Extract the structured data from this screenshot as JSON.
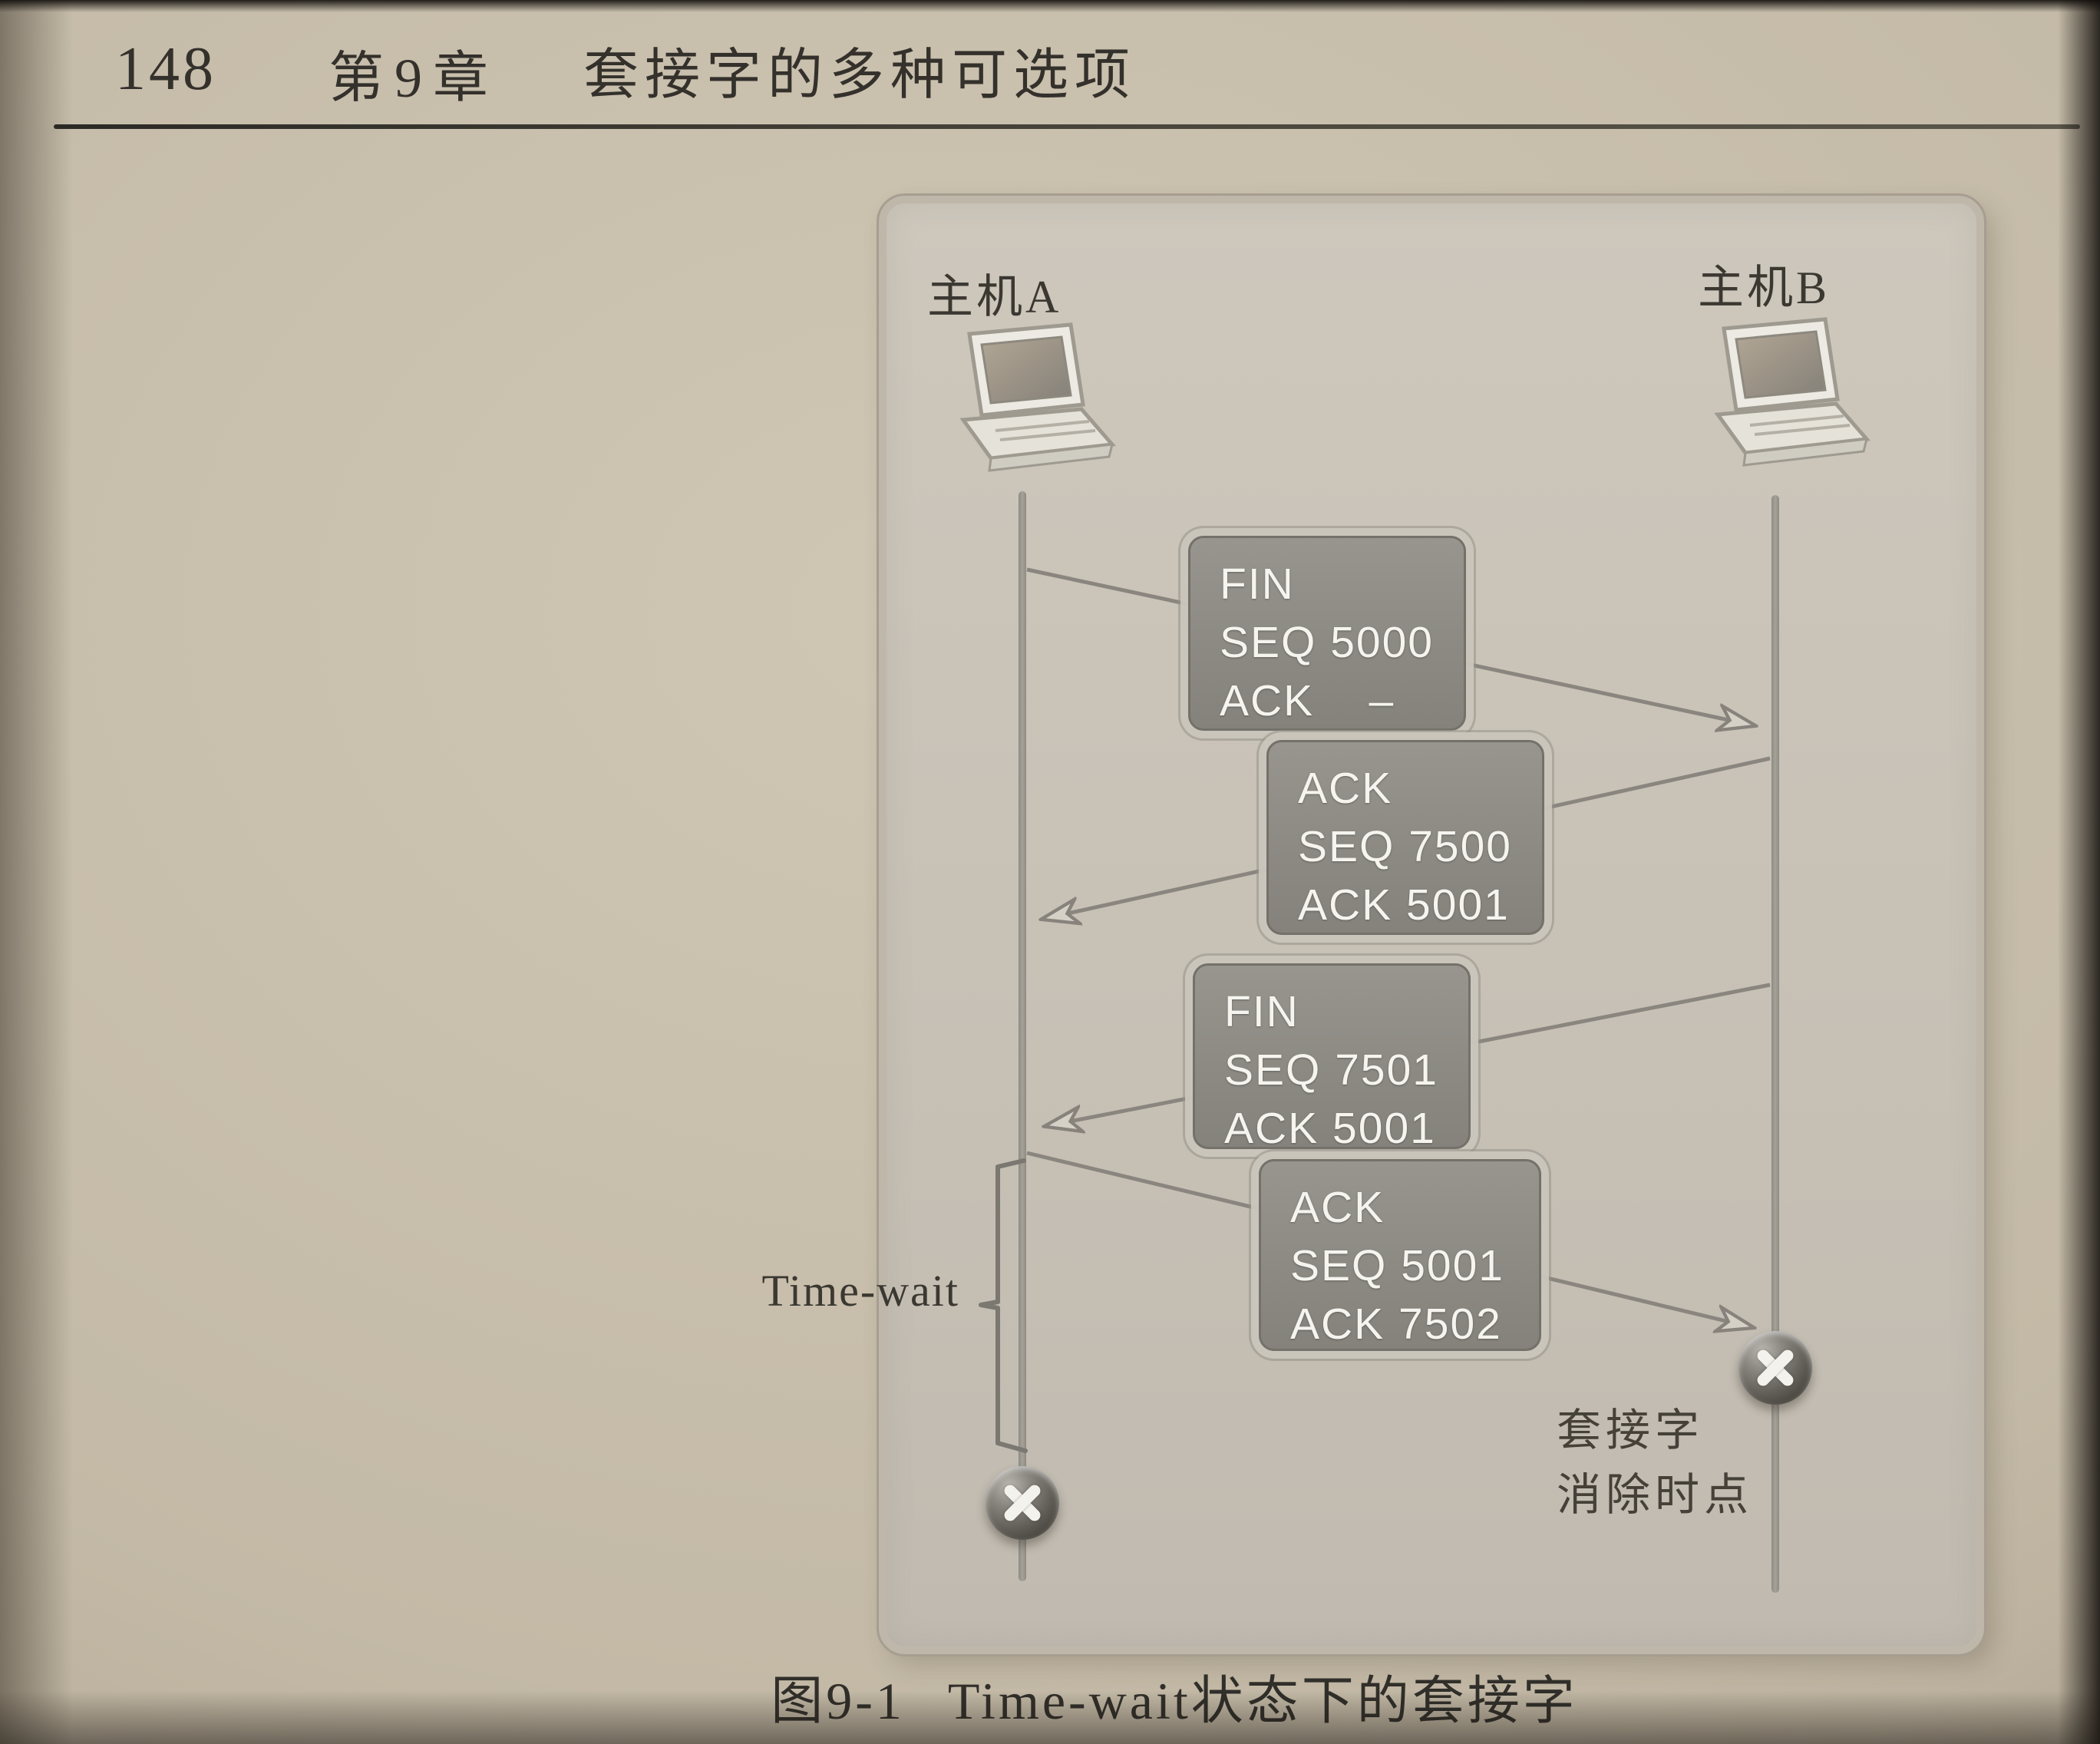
{
  "page": {
    "number": "148",
    "chapter": "第9章",
    "chapter_title": "套接字的多种可选项",
    "caption_figure": "图9-1",
    "caption_text": "Time-wait状态下的套接字"
  },
  "diagram": {
    "host_a": "主机A",
    "host_b": "主机B",
    "time_wait_label": "Time-wait",
    "socket_close_line1": "套接字",
    "socket_close_line2": "消除时点",
    "messages": [
      {
        "line1": "FIN",
        "line2": "SEQ 5000",
        "line3": "ACK    –",
        "direction": "a-to-b"
      },
      {
        "line1": "ACK",
        "line2": "SEQ 7500",
        "line3": "ACK 5001",
        "direction": "b-to-a"
      },
      {
        "line1": "FIN",
        "line2": "SEQ 7501",
        "line3": "ACK 5001",
        "direction": "b-to-a"
      },
      {
        "line1": "ACK",
        "line2": "SEQ 5001",
        "line3": "ACK 7502",
        "direction": "a-to-b"
      }
    ],
    "colors": {
      "paper": "#c3b9a6",
      "panel": "#c6c0b5",
      "box_background": "#8d8a84",
      "box_text": "#f5f4ef",
      "line": "#8a867f"
    }
  }
}
